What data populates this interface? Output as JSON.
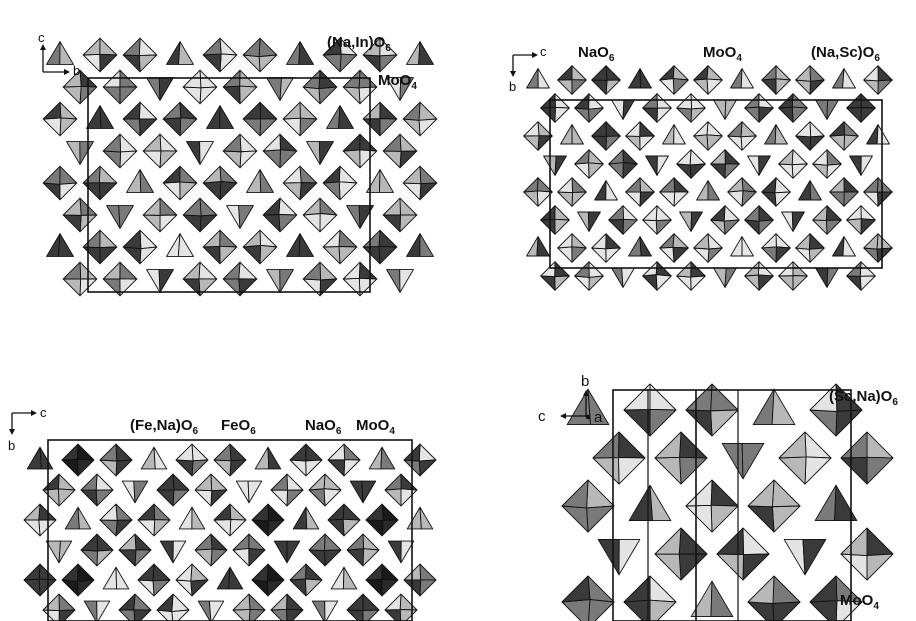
{
  "colors": {
    "fill_dark": "#3a3a3a",
    "fill_mid": "#7a7a7a",
    "fill_light": "#b8b8b8",
    "fill_pale": "#e4e4e4",
    "fill_black": "#1a1a1a",
    "stroke": "#111111"
  },
  "panels": [
    {
      "axes": {
        "vertical": "c",
        "horizontal": "b"
      },
      "labels": [
        "(Na,In)O6",
        "MoO4"
      ]
    },
    {
      "axes": {
        "horizontal": "c",
        "vertical": "b"
      },
      "labels": [
        "NaO6",
        "MoO4",
        "(Na,Sc)O6"
      ]
    },
    {
      "axes": {
        "horizontal": "c",
        "vertical": "b"
      },
      "labels": [
        "(Fe,Na)O6",
        "FeO6",
        "NaO6",
        "MoO4"
      ]
    },
    {
      "axes": {
        "vertical": "b",
        "horizontal": "c",
        "out_of_plane": "a"
      },
      "labels": [
        "(Sc,Na)O6",
        "MoO4"
      ]
    }
  ]
}
